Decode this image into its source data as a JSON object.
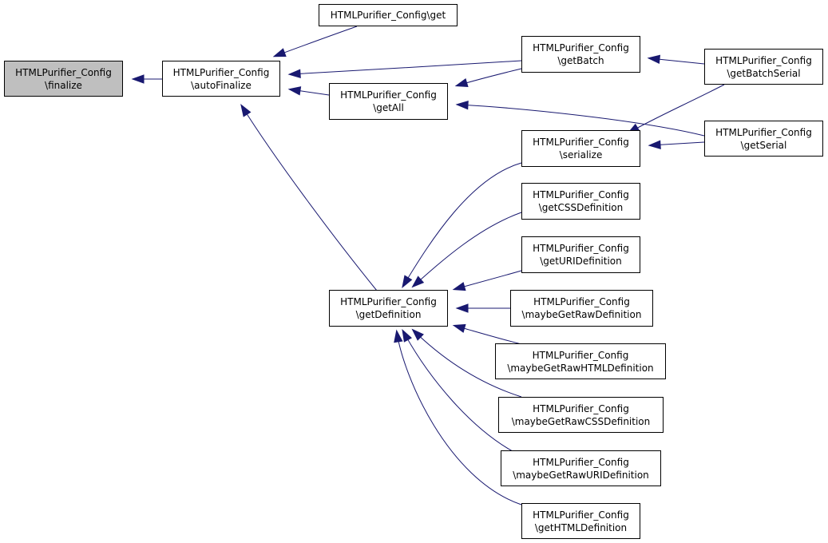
{
  "nodes": {
    "finalize": [
      "HTMLPurifier_Config",
      "\\finalize"
    ],
    "autoFinalize": [
      "HTMLPurifier_Config",
      "\\autoFinalize"
    ],
    "get": [
      "HTMLPurifier_Config\\get"
    ],
    "getBatch": [
      "HTMLPurifier_Config",
      "\\getBatch"
    ],
    "getBatchSerial": [
      "HTMLPurifier_Config",
      "\\getBatchSerial"
    ],
    "getAll": [
      "HTMLPurifier_Config",
      "\\getAll"
    ],
    "serialize": [
      "HTMLPurifier_Config",
      "\\serialize"
    ],
    "getSerial": [
      "HTMLPurifier_Config",
      "\\getSerial"
    ],
    "getCSSDefinition": [
      "HTMLPurifier_Config",
      "\\getCSSDefinition"
    ],
    "getURIDefinition": [
      "HTMLPurifier_Config",
      "\\getURIDefinition"
    ],
    "getDefinition": [
      "HTMLPurifier_Config",
      "\\getDefinition"
    ],
    "maybeGetRawDefinition": [
      "HTMLPurifier_Config",
      "\\maybeGetRawDefinition"
    ],
    "maybeGetRawHTMLDefinition": [
      "HTMLPurifier_Config",
      "\\maybeGetRawHTMLDefinition"
    ],
    "maybeGetRawCSSDefinition": [
      "HTMLPurifier_Config",
      "\\maybeGetRawCSSDefinition"
    ],
    "maybeGetRawURIDefinition": [
      "HTMLPurifier_Config",
      "\\maybeGetRawURIDefinition"
    ],
    "getHTMLDefinition": [
      "HTMLPurifier_Config",
      "\\getHTMLDefinition"
    ]
  },
  "focus_node": "finalize",
  "colors": {
    "edge": "#191970",
    "focus_fill": "#bfbfbf",
    "node_fill": "#ffffff"
  },
  "edges": [
    {
      "from": "autoFinalize",
      "to": "finalize"
    },
    {
      "from": "get",
      "to": "autoFinalize"
    },
    {
      "from": "getBatch",
      "to": "autoFinalize"
    },
    {
      "from": "getAll",
      "to": "autoFinalize"
    },
    {
      "from": "getDefinition",
      "to": "autoFinalize"
    },
    {
      "from": "getBatchSerial",
      "to": "getBatch"
    },
    {
      "from": "getBatch",
      "to": "getAll"
    },
    {
      "from": "getSerial",
      "to": "getAll"
    },
    {
      "from": "getBatchSerial",
      "to": "serialize"
    },
    {
      "from": "getSerial",
      "to": "serialize"
    },
    {
      "from": "serialize",
      "to": "getDefinition"
    },
    {
      "from": "getCSSDefinition",
      "to": "getDefinition"
    },
    {
      "from": "getURIDefinition",
      "to": "getDefinition"
    },
    {
      "from": "maybeGetRawDefinition",
      "to": "getDefinition"
    },
    {
      "from": "maybeGetRawHTMLDefinition",
      "to": "getDefinition"
    },
    {
      "from": "maybeGetRawCSSDefinition",
      "to": "getDefinition"
    },
    {
      "from": "maybeGetRawURIDefinition",
      "to": "getDefinition"
    },
    {
      "from": "getHTMLDefinition",
      "to": "getDefinition"
    }
  ]
}
